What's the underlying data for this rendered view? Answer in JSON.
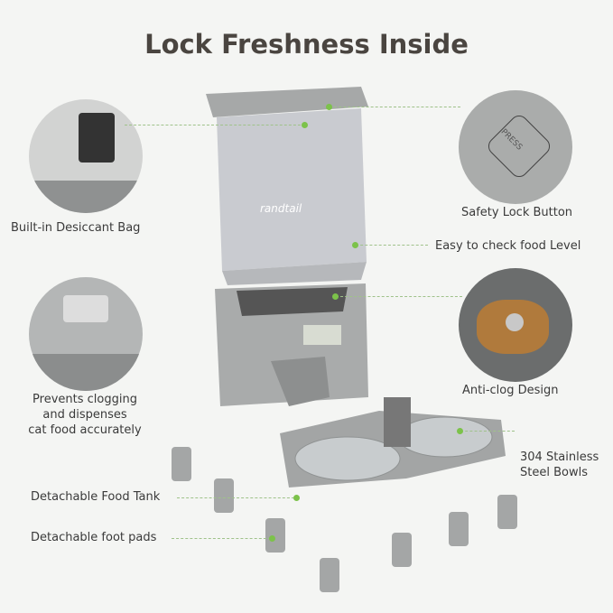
{
  "title": "Lock Freshness Inside",
  "brand_logo": "randtail",
  "callouts": {
    "desiccant": "Built-in Desiccant Bag",
    "safety_lock": "Safety Lock Button",
    "food_level": "Easy to check food Level",
    "anti_clog_left": [
      "Prevents clogging",
      "and dispenses",
      "cat food accurately"
    ],
    "anti_clog_right": "Anti-clog Design",
    "bowls": [
      "304 Stainless",
      "Steel Bowls"
    ],
    "food_tank": "Detachable Food Tank",
    "foot_pads": "Detachable foot pads"
  },
  "lock_button_text": "PRESS",
  "colors": {
    "accent": "#7cc24a",
    "product_gray": "#a9abab",
    "title": "#4a4540"
  }
}
